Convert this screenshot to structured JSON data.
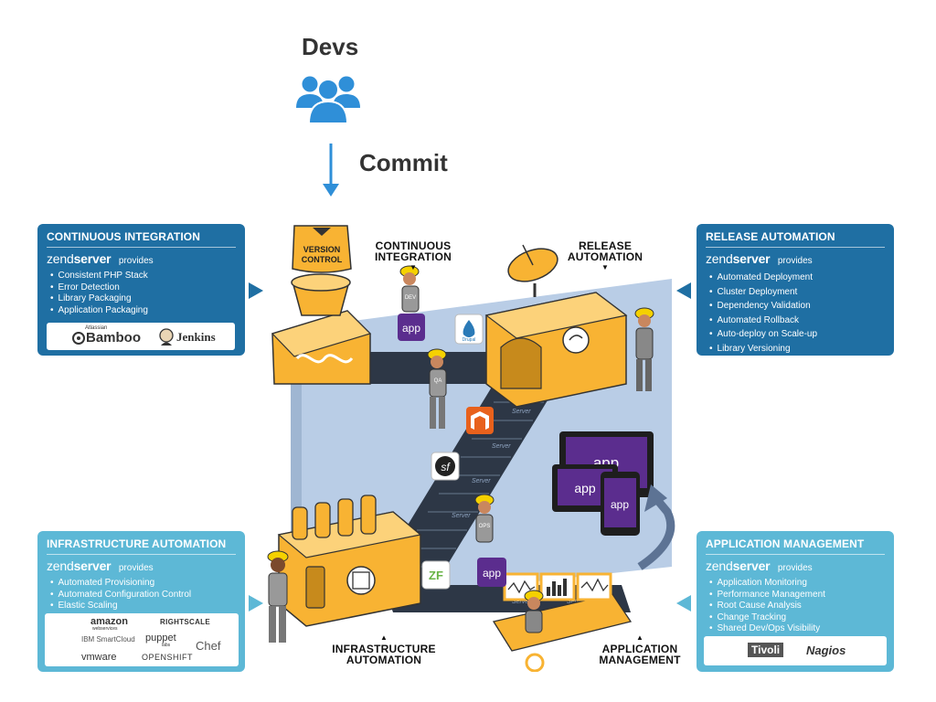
{
  "header": {
    "devs": "Devs",
    "commit": "Commit"
  },
  "continuous_integration": {
    "title": "CONTINUOUS INTEGRATION",
    "brand_light": "zend",
    "brand_bold": "server",
    "provides": "provides",
    "features": [
      "Consistent PHP Stack",
      "Error Detection",
      "Library Packaging",
      "Application Packaging"
    ],
    "logos": {
      "bamboo_small": "Atlassian",
      "bamboo": "Bamboo",
      "jenkins": "Jenkins"
    }
  },
  "release_automation": {
    "title": "RELEASE AUTOMATION",
    "brand_light": "zend",
    "brand_bold": "server",
    "provides": "provides",
    "features": [
      "Automated Deployment",
      "Cluster Deployment",
      "Dependency Validation",
      "Automated Rollback",
      "Auto-deploy on Scale-up",
      "Library Versioning"
    ]
  },
  "infrastructure_automation": {
    "title": "INFRASTRUCTURE AUTOMATION",
    "brand_light": "zend",
    "brand_bold": "server",
    "provides": "provides",
    "features": [
      "Automated Provisioning",
      "Automated Configuration Control",
      "Elastic Scaling"
    ],
    "logos": {
      "amazon": "amazon",
      "amazon_sub": "webservices",
      "rightscale": "RIGHTSCALE",
      "ibm": "IBM SmartCloud",
      "puppet": "puppet",
      "puppet_sub": "labs",
      "chef": "Chef",
      "vmware": "vmware",
      "openshift": "OPENSHIFT"
    }
  },
  "application_management": {
    "title": "APPLICATION MANAGEMENT",
    "brand_light": "zend",
    "brand_bold": "server",
    "provides": "provides",
    "features": [
      "Application Monitoring",
      "Performance Management",
      "Root Cause Analysis",
      "Change Tracking",
      "Shared Dev/Ops Visibility"
    ],
    "logos": {
      "tivoli": "Tivoli",
      "nagios": "Nagios"
    }
  },
  "diagram": {
    "version_control": [
      "VERSION",
      "CONTROL"
    ],
    "stage_ci": [
      "CONTINUOUS",
      "INTEGRATION"
    ],
    "stage_release": [
      "RELEASE",
      "AUTOMATION"
    ],
    "stage_infra": [
      "INFRASTRUCTURE",
      "AUTOMATION"
    ],
    "stage_appmgmt": [
      "APPLICATION",
      "MANAGEMENT"
    ],
    "app_badge": "app",
    "drupal": "Drupal",
    "belt_text": "Server",
    "worker_tags": [
      "DEV",
      "QA",
      "OPS"
    ]
  },
  "colors": {
    "panel_dark": "#1f6fa3",
    "panel_light": "#5db8d6",
    "machine_orange": "#f8b333",
    "app_purple": "#5b2d8e",
    "devs_blue": "#2f8fd8"
  }
}
